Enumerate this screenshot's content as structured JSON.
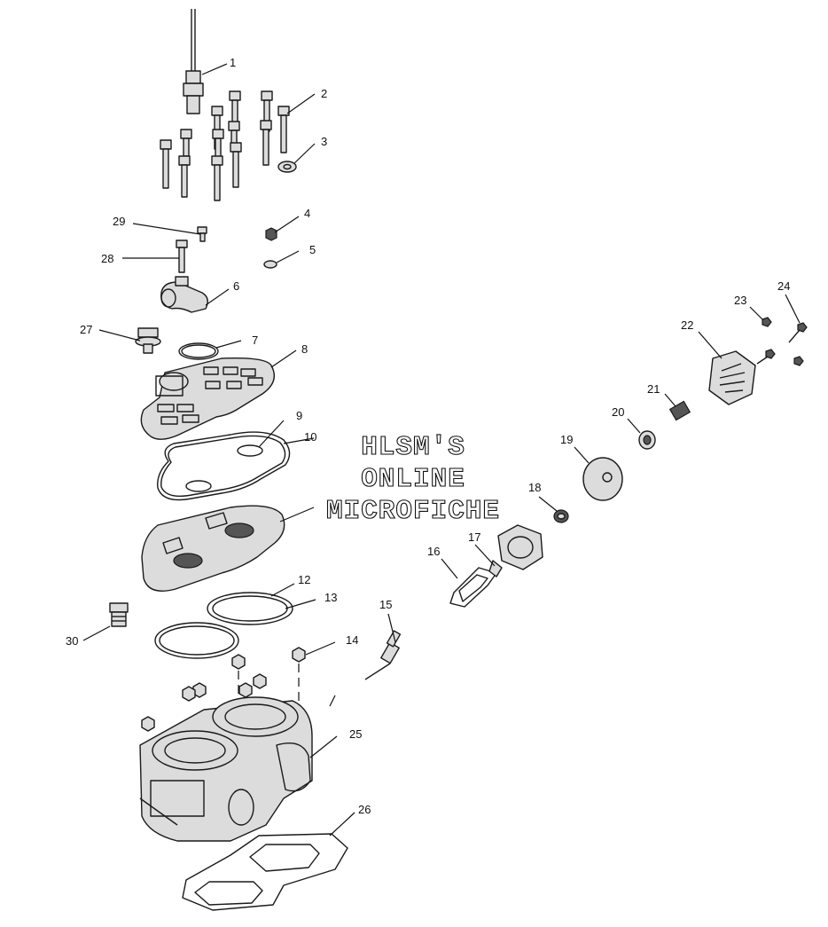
{
  "watermark": {
    "line1": "HLSM'S",
    "line2": "ONLINE",
    "line3": "MICROFICHE"
  },
  "callouts": {
    "c1": "1",
    "c2": "2",
    "c3": "3",
    "c4": "4",
    "c5": "5",
    "c6": "6",
    "c7": "7",
    "c8": "8",
    "c9": "9",
    "c10": "10",
    "c12": "12",
    "c13": "13",
    "c14": "14",
    "c15": "15",
    "c16": "16",
    "c17": "17",
    "c18": "18",
    "c19": "19",
    "c20": "20",
    "c21": "21",
    "c22": "22",
    "c23": "23",
    "c24": "24",
    "c25": "25",
    "c26": "26",
    "c27": "27",
    "c28": "28",
    "c29": "29",
    "c30": "30"
  },
  "colors": {
    "line": "#1a1a1a",
    "part_fill": "#dcdcdc",
    "background": "#ffffff"
  }
}
